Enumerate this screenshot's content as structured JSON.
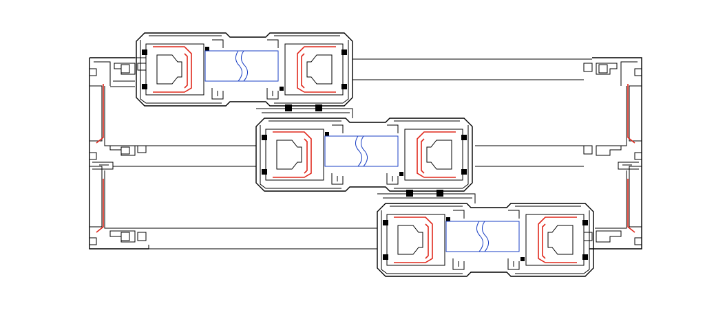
{
  "diagram": {
    "kind": "sliding window frame cross-section",
    "frames": [
      "outer-frame",
      "sash-top",
      "sash-middle",
      "sash-bottom"
    ],
    "colors": {
      "outline": "#000000",
      "thermal_break": "#e0281c",
      "glazing": "#1a3fc4",
      "background": "#ffffff"
    }
  }
}
